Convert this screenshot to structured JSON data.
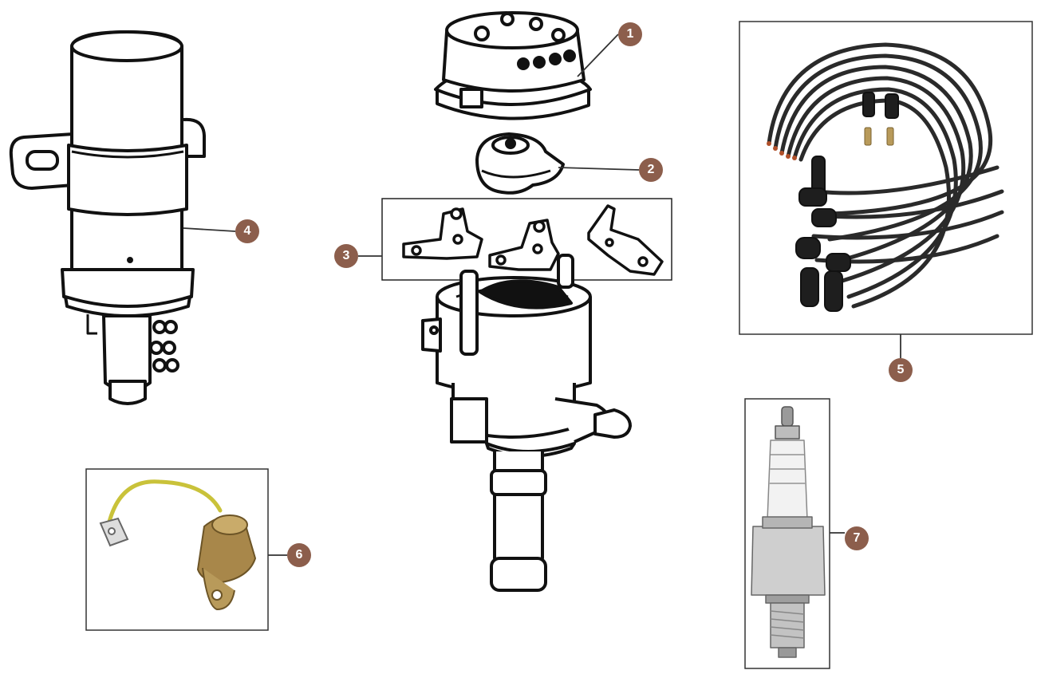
{
  "callouts": {
    "c1": "1",
    "c2": "2",
    "c3": "3",
    "c4": "4",
    "c5": "5",
    "c6": "6",
    "c7": "7"
  },
  "colors": {
    "callout": "#8c5e4c",
    "line": "#111111",
    "wire": "#2a2a2a",
    "condenser_wire": "#c9c23a",
    "brass": "#b89a5a"
  },
  "parts": {
    "p1": "distributor-cap",
    "p2": "rotor-arm",
    "p3": "contact-breaker-points",
    "p4": "ignition-coil",
    "p5": "ht-lead-set",
    "p6": "condenser",
    "p7": "spark-plug"
  }
}
